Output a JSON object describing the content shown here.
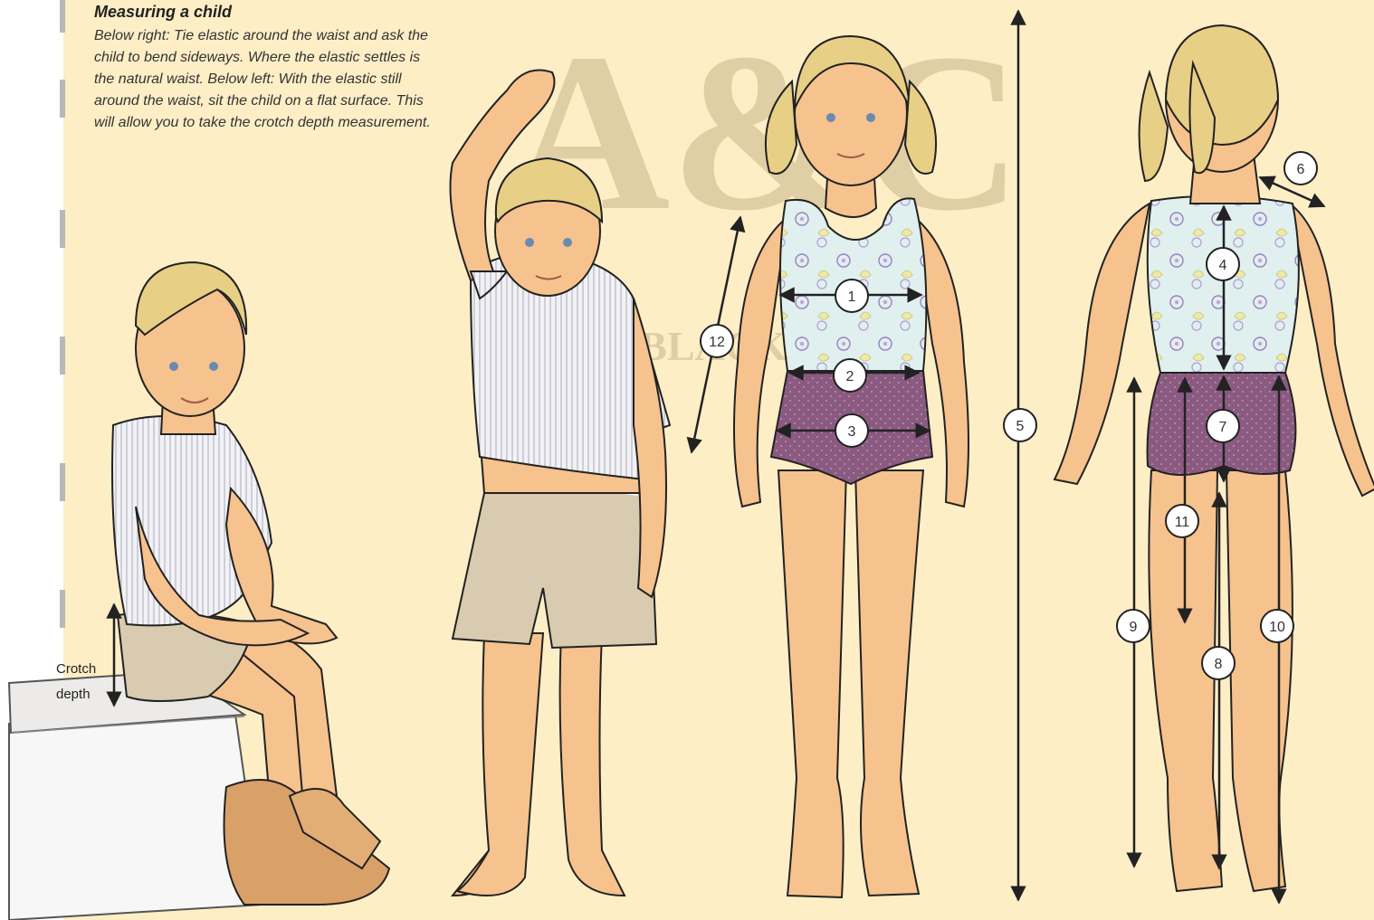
{
  "caption": {
    "title": "Measuring a child",
    "body": "Below right: Tie elastic around the waist and ask the child to bend sideways. Where the elastic settles is the natural waist. Below left: With the elastic still around the waist, sit the child on a flat surface. This will allow you to take the crotch depth measurement."
  },
  "crotch_label": {
    "line1": "Crotch",
    "line2": "depth"
  },
  "watermark": {
    "logo": "A&C",
    "text": "A&C BLACK"
  },
  "markers": [
    "1",
    "2",
    "3",
    "4",
    "5",
    "6",
    "7",
    "8",
    "9",
    "10",
    "11",
    "12"
  ],
  "colors": {
    "background": "#fdeec6",
    "skin": "#f6c28d",
    "hair": "#e8cf86",
    "shirt_stripes": "#e6e6ee",
    "shorts_khaki": "#d9cbb0",
    "leotard": "#dff0ef",
    "briefs": "#8a5a80",
    "line": "#222222"
  }
}
